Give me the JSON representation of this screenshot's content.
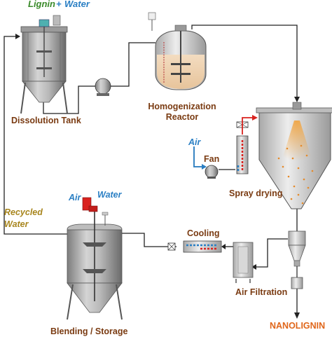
{
  "inputs": {
    "lignin": "Lignin",
    "plus": "+",
    "water": "Water"
  },
  "units": {
    "dissolution_tank": "Dissolution Tank",
    "homogenization_reactor": [
      "Homogenization",
      "Reactor"
    ],
    "spray_drying": "Spray drying",
    "fan": "Fan",
    "cooling": "Cooling",
    "air_filtration": "Air Filtration",
    "blending_storage": "Blending / Storage"
  },
  "streams": {
    "air_fan": "Air",
    "air_blend": "Air",
    "water_blend": "Water",
    "recycled_water": [
      "Recycled",
      "Water"
    ],
    "product": "NANOLIGNIN"
  },
  "colors": {
    "label_brown": "#7a3b12",
    "lignin_green": "#3a8a2a",
    "water_blue": "#2a7fc4",
    "recycled_gold": "#a8861e",
    "product_orange": "#e0661a",
    "heat_red": "#d9221f",
    "line": "#222222"
  }
}
